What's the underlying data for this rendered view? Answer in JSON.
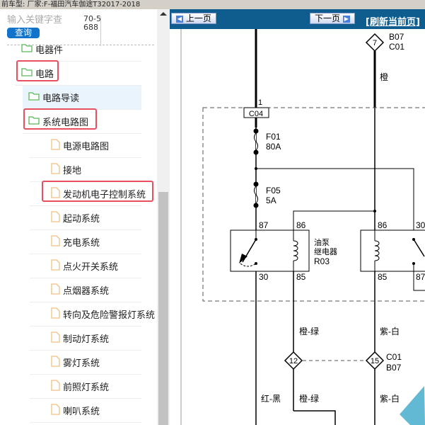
{
  "topbar": {
    "text": "前车型:  厂家:F-福田汽车伽途T32017-2018"
  },
  "sidebar": {
    "search_placeholder": "输入关键字查",
    "search_button": "查询",
    "code": "70-5688",
    "tree": [
      {
        "label": "电器件",
        "type": "folder"
      },
      {
        "label": "电路",
        "type": "folder"
      },
      {
        "label": "电路导读",
        "type": "folder"
      },
      {
        "label": "系统电路图",
        "type": "folder"
      },
      {
        "label": "电源电路图",
        "type": "file"
      },
      {
        "label": "接地",
        "type": "file"
      },
      {
        "label": "发动机电子控制系统",
        "type": "file"
      },
      {
        "label": "起动系统",
        "type": "file"
      },
      {
        "label": "充电系统",
        "type": "file"
      },
      {
        "label": "点火开关系统",
        "type": "file"
      },
      {
        "label": "点烟器系统",
        "type": "file"
      },
      {
        "label": "转向及危险警报灯系统",
        "type": "file"
      },
      {
        "label": "制动灯系统",
        "type": "file"
      },
      {
        "label": "雾灯系统",
        "type": "file"
      },
      {
        "label": "前照灯系统",
        "type": "file"
      },
      {
        "label": "喇叭系统",
        "type": "file"
      }
    ]
  },
  "toolbar": {
    "prev": "上一页",
    "next": "下一页",
    "refresh": "[刷新当前页]",
    "color": "#0e5d8e"
  },
  "diagram": {
    "connector_top": {
      "num": "7",
      "codes": [
        "B07",
        "C01"
      ],
      "wire": "橙"
    },
    "pin1": "1",
    "c04": "C04",
    "f01": [
      "F01",
      "80A"
    ],
    "f05": [
      "F05",
      "5A"
    ],
    "relay1": {
      "pins": [
        "87",
        "86",
        "30",
        "85"
      ],
      "name": [
        "油泵",
        "继电器",
        "R03"
      ]
    },
    "relay2": {
      "pins": [
        "86",
        "30",
        "85",
        "87"
      ]
    },
    "wires": {
      "ob_g": "橙-绿",
      "p_w": "紫-白",
      "r_b": "红-黑"
    },
    "conn12": "12",
    "conn15": "15",
    "conn15_codes": [
      "C01",
      "B07"
    ]
  }
}
